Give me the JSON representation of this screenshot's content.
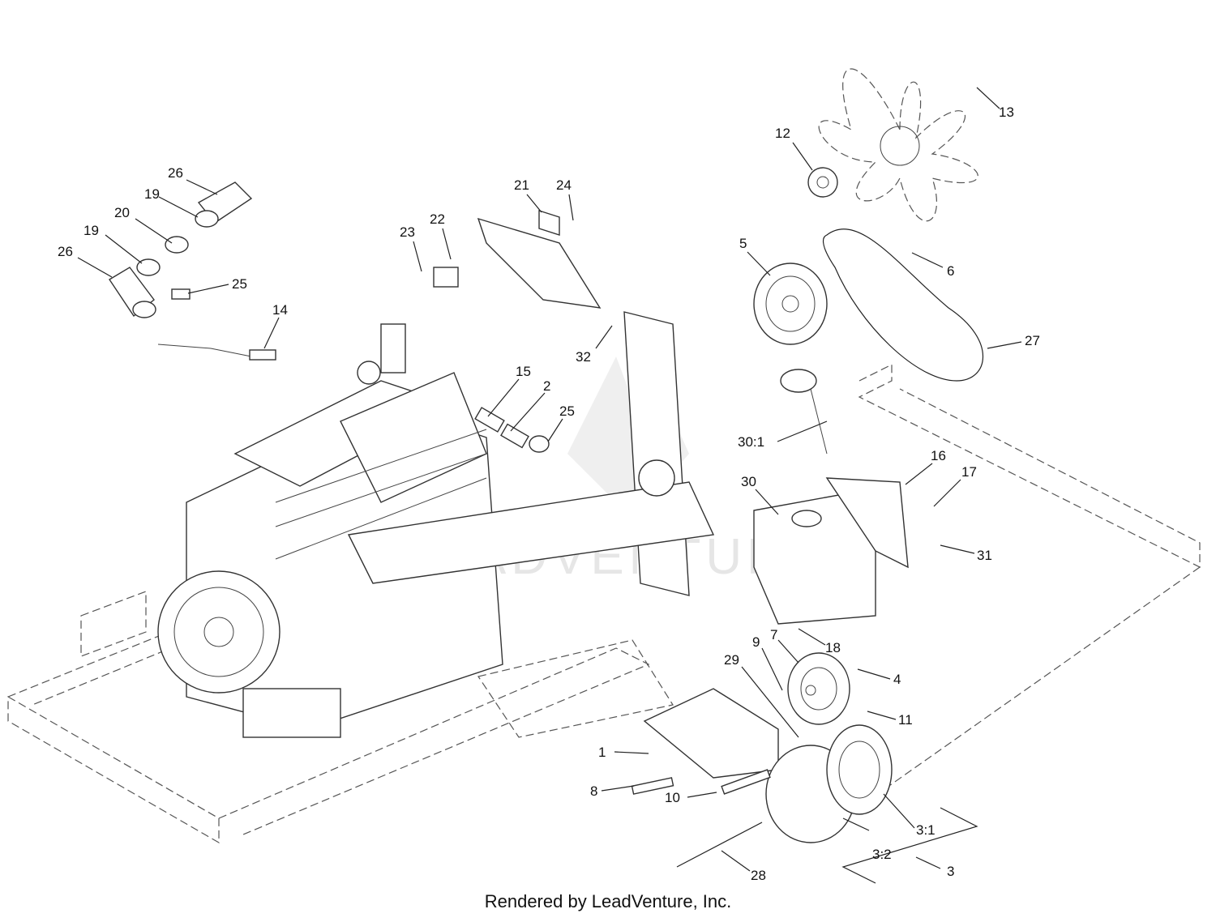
{
  "footer": "Rendered by LeadVenture, Inc.",
  "watermark": "LEADVENTURE",
  "callouts": [
    "26",
    "19",
    "20",
    "19",
    "26",
    "25",
    "21",
    "24",
    "22",
    "23",
    "14",
    "12",
    "13",
    "5",
    "6",
    "27",
    "32",
    "15",
    "2",
    "25",
    "30:1",
    "16",
    "17",
    "30",
    "31",
    "18",
    "9",
    "7",
    "4",
    "29",
    "11",
    "1",
    "8",
    "10",
    "3:1",
    "3:2",
    "3",
    "28"
  ]
}
